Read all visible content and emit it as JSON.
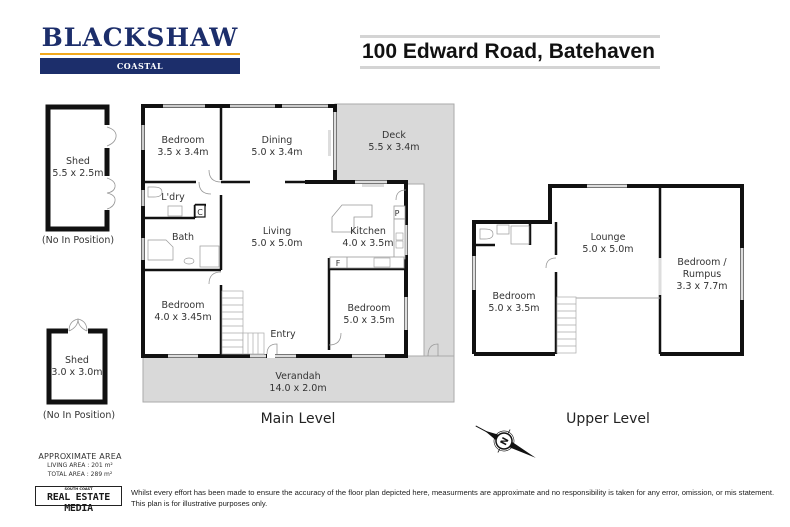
{
  "header": {
    "brand": "BLACKSHAW",
    "brand_sub": "COASTAL",
    "brand_color": "#1c2e6b",
    "accent_color": "#f2a81d",
    "address": "100 Edward Road, Batehaven"
  },
  "sheds": [
    {
      "name": "Shed",
      "size": "5.5 x 2.5m",
      "note": "(No In Position)"
    },
    {
      "name": "Shed",
      "size": "3.0 x 3.0m",
      "note": "(No In Position)"
    }
  ],
  "main_level": {
    "label": "Main Level",
    "rooms": {
      "bedroom1": {
        "name": "Bedroom",
        "size": "3.5 x 3.4m"
      },
      "dining": {
        "name": "Dining",
        "size": "5.0 x 3.4m"
      },
      "deck": {
        "name": "Deck",
        "size": "5.5 x 3.4m"
      },
      "laundry": {
        "name": "L'dry"
      },
      "cupboard": {
        "name": "C"
      },
      "bath": {
        "name": "Bath"
      },
      "living": {
        "name": "Living",
        "size": "5.0 x 5.0m"
      },
      "kitchen": {
        "name": "Kitchen",
        "size": "4.0 x 3.5m"
      },
      "pantry": {
        "name": "P"
      },
      "fridge": {
        "name": "F"
      },
      "bedroom2": {
        "name": "Bedroom",
        "size": "4.0 x 3.45m"
      },
      "bedroom3": {
        "name": "Bedroom",
        "size": "5.0 x 3.5m"
      },
      "entry": {
        "name": "Entry"
      },
      "verandah": {
        "name": "Verandah",
        "size": "14.0 x 2.0m"
      }
    }
  },
  "upper_level": {
    "label": "Upper Level",
    "rooms": {
      "lounge": {
        "name": "Lounge",
        "size": "5.0 x 5.0m"
      },
      "bedroom": {
        "name": "Bedroom",
        "size": "5.0 x 3.5m"
      },
      "rumpus": {
        "name_line1": "Bedroom /",
        "name_line2": "Rumpus",
        "size": "3.3 x 7.7m"
      }
    }
  },
  "compass": {
    "icon": "north-compass-icon",
    "letter": "N"
  },
  "area": {
    "title": "APPROXIMATE AREA",
    "living_label": "LIVING  AREA",
    "living_value": ": 201 m²",
    "total_label": "TOTAL AREA",
    "total_value": ": 289 m²"
  },
  "credit": {
    "small": "SOUTH COAST",
    "big": "REAL ESTATE MEDIA"
  },
  "disclaimer": {
    "line1": "Whilst every effort has been made to ensure the accuracy of the floor plan depicted here, measurments are approximate and no responsibility is taken for any error, omission, or mis statement.",
    "line2": "This plan is for illustrative purposes only."
  }
}
